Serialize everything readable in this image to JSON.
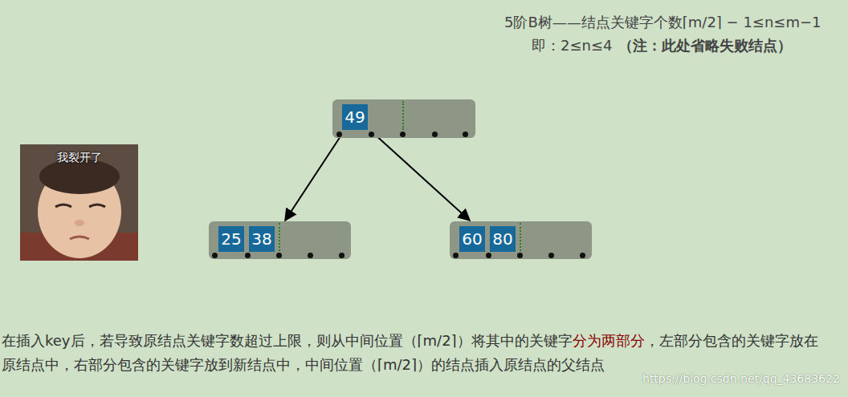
{
  "diagram": {
    "nodes": [
      {
        "text": []
      },
      {
        "text": [
          "49"
        ],
        "in": 0
      },
      {
        "text": [
          "我裂开了"
        ]
      },
      {
        "text": []
      },
      {
        "text": [
          "25"
        ],
        "in": 3
      },
      {
        "text": [
          "38"
        ],
        "in": 3
      },
      {
        "text": []
      },
      {
        "text": [
          "60"
        ],
        "in": 6
      },
      {
        "text": [
          "80"
        ],
        "in": 6
      }
    ],
    "edges": [
      {
        "from": 0,
        "to": 3,
        "arrow": "to"
      },
      {
        "from": 0,
        "to": 6,
        "arrow": "to"
      }
    ],
    "labels": [
      "5阶B树——结点关键字个数⌈m/2⌉ − 1≤n≤m−1",
      "即：2≤n≤4",
      "（注：此处省略失败结点）",
      "在插入key后，若导致原结点关键字数超过上限，则从中间位置（⌈m/2⌉）将其中的关键字",
      "分为两部分",
      "，左部分包含的关键字放在原结点中，右部分包含的关键字放到新结点中，中间位置（⌈m/2⌉）的结点插入原结点的父结点",
      "https://blog.csdn.net/qq_43683622"
    ]
  }
}
